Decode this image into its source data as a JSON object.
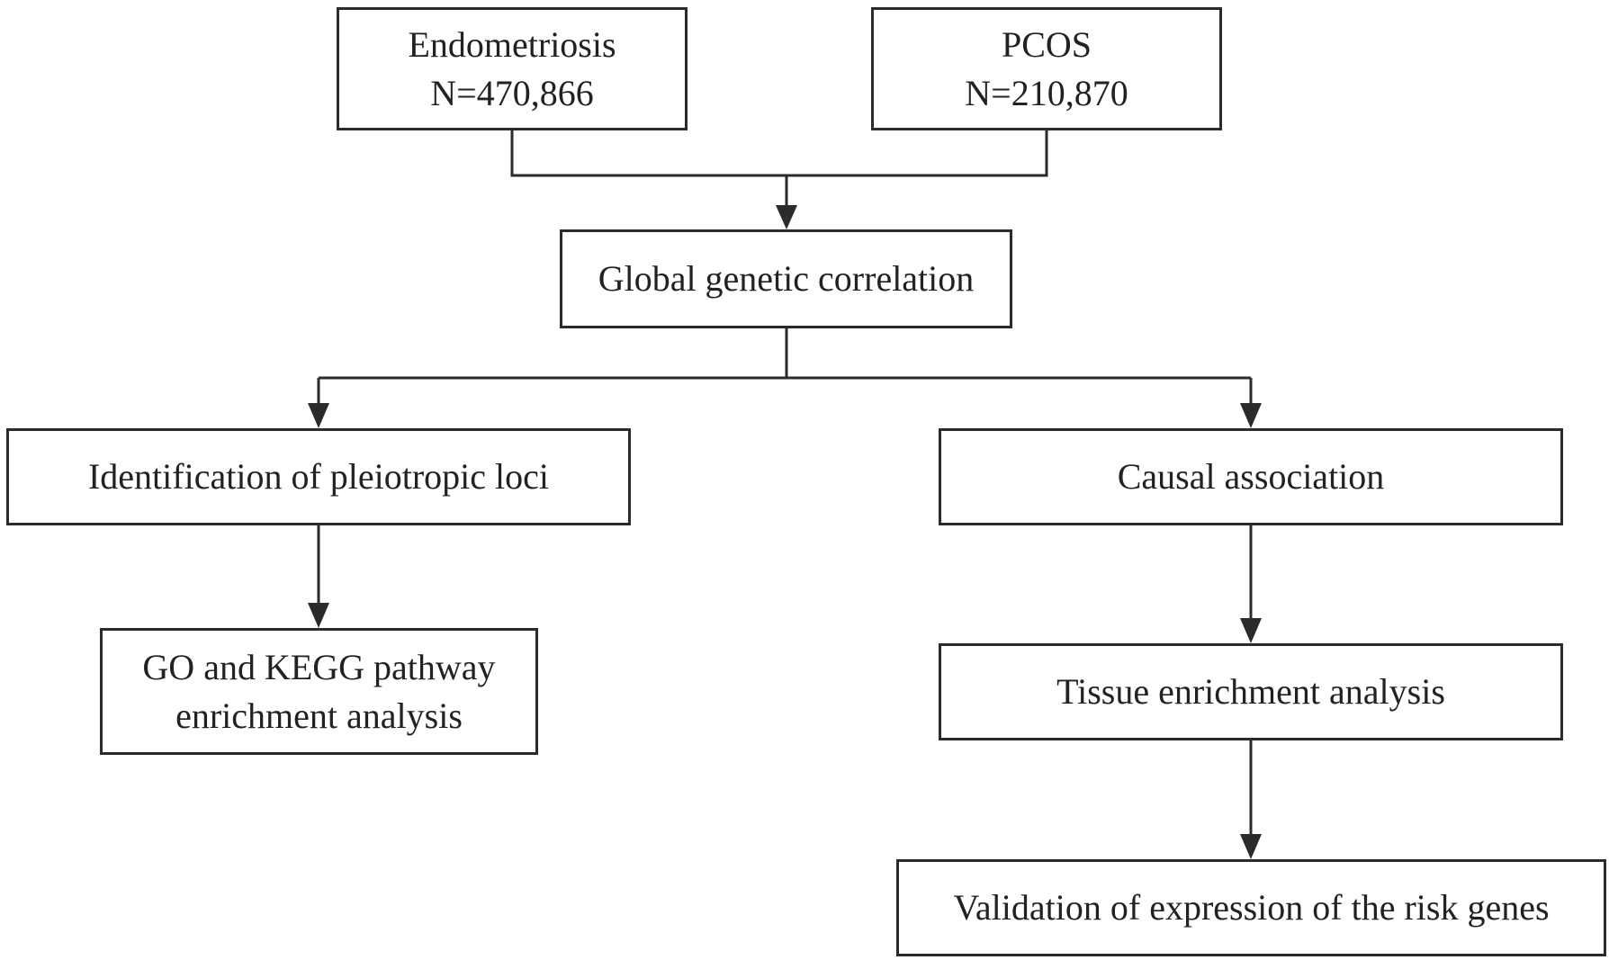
{
  "diagram": {
    "nodes": {
      "endometriosis": {
        "label": "Endometriosis",
        "n": "N=470,866"
      },
      "pcos": {
        "label": "PCOS",
        "n": "N=210,870"
      },
      "global": {
        "label": "Global genetic correlation"
      },
      "pleiotropic": {
        "label": "Identification of pleiotropic loci"
      },
      "causal": {
        "label": "Causal association"
      },
      "go_kegg": {
        "line1": "GO and KEGG pathway",
        "line2": "enrichment analysis"
      },
      "tissue": {
        "label": "Tissue enrichment analysis"
      },
      "validation": {
        "label": "Validation of expression of the risk genes"
      }
    },
    "edges": [
      {
        "from": "endometriosis",
        "to": "global"
      },
      {
        "from": "pcos",
        "to": "global"
      },
      {
        "from": "global",
        "to": "pleiotropic"
      },
      {
        "from": "global",
        "to": "causal"
      },
      {
        "from": "pleiotropic",
        "to": "go_kegg"
      },
      {
        "from": "causal",
        "to": "tissue"
      },
      {
        "from": "tissue",
        "to": "validation"
      }
    ],
    "line_color": "#2b2b2b"
  }
}
